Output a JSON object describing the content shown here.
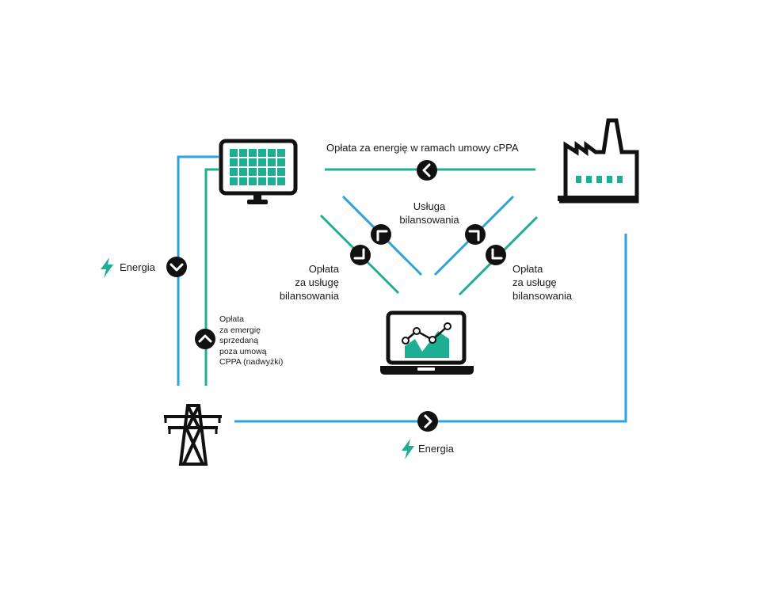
{
  "colors": {
    "blue": "#2ea3d8",
    "teal": "#1dae93",
    "black": "#111111",
    "white": "#ffffff"
  },
  "labels": {
    "cppa_payment": "Opłata za energię w ramach umowy cPPA",
    "balancing_service": "Usługa\nbilansowania",
    "balancing_fee_left": "Opłata\nza usługę\nbilansowania",
    "balancing_fee_right": "Opłata\nza usługę\nbilansowania",
    "energy_left": "Energia",
    "energy_bottom": "Energia",
    "surplus_payment": "Opłata\nza emergię\nsprzedaną\npoza umową\nCPPA (nadwyżki)"
  },
  "icons": {
    "solar_panel": "solar-panel-icon",
    "factory": "factory-icon",
    "laptop": "laptop-chart-icon",
    "power_pylon": "power-pylon-icon",
    "lightning": "lightning-icon"
  }
}
